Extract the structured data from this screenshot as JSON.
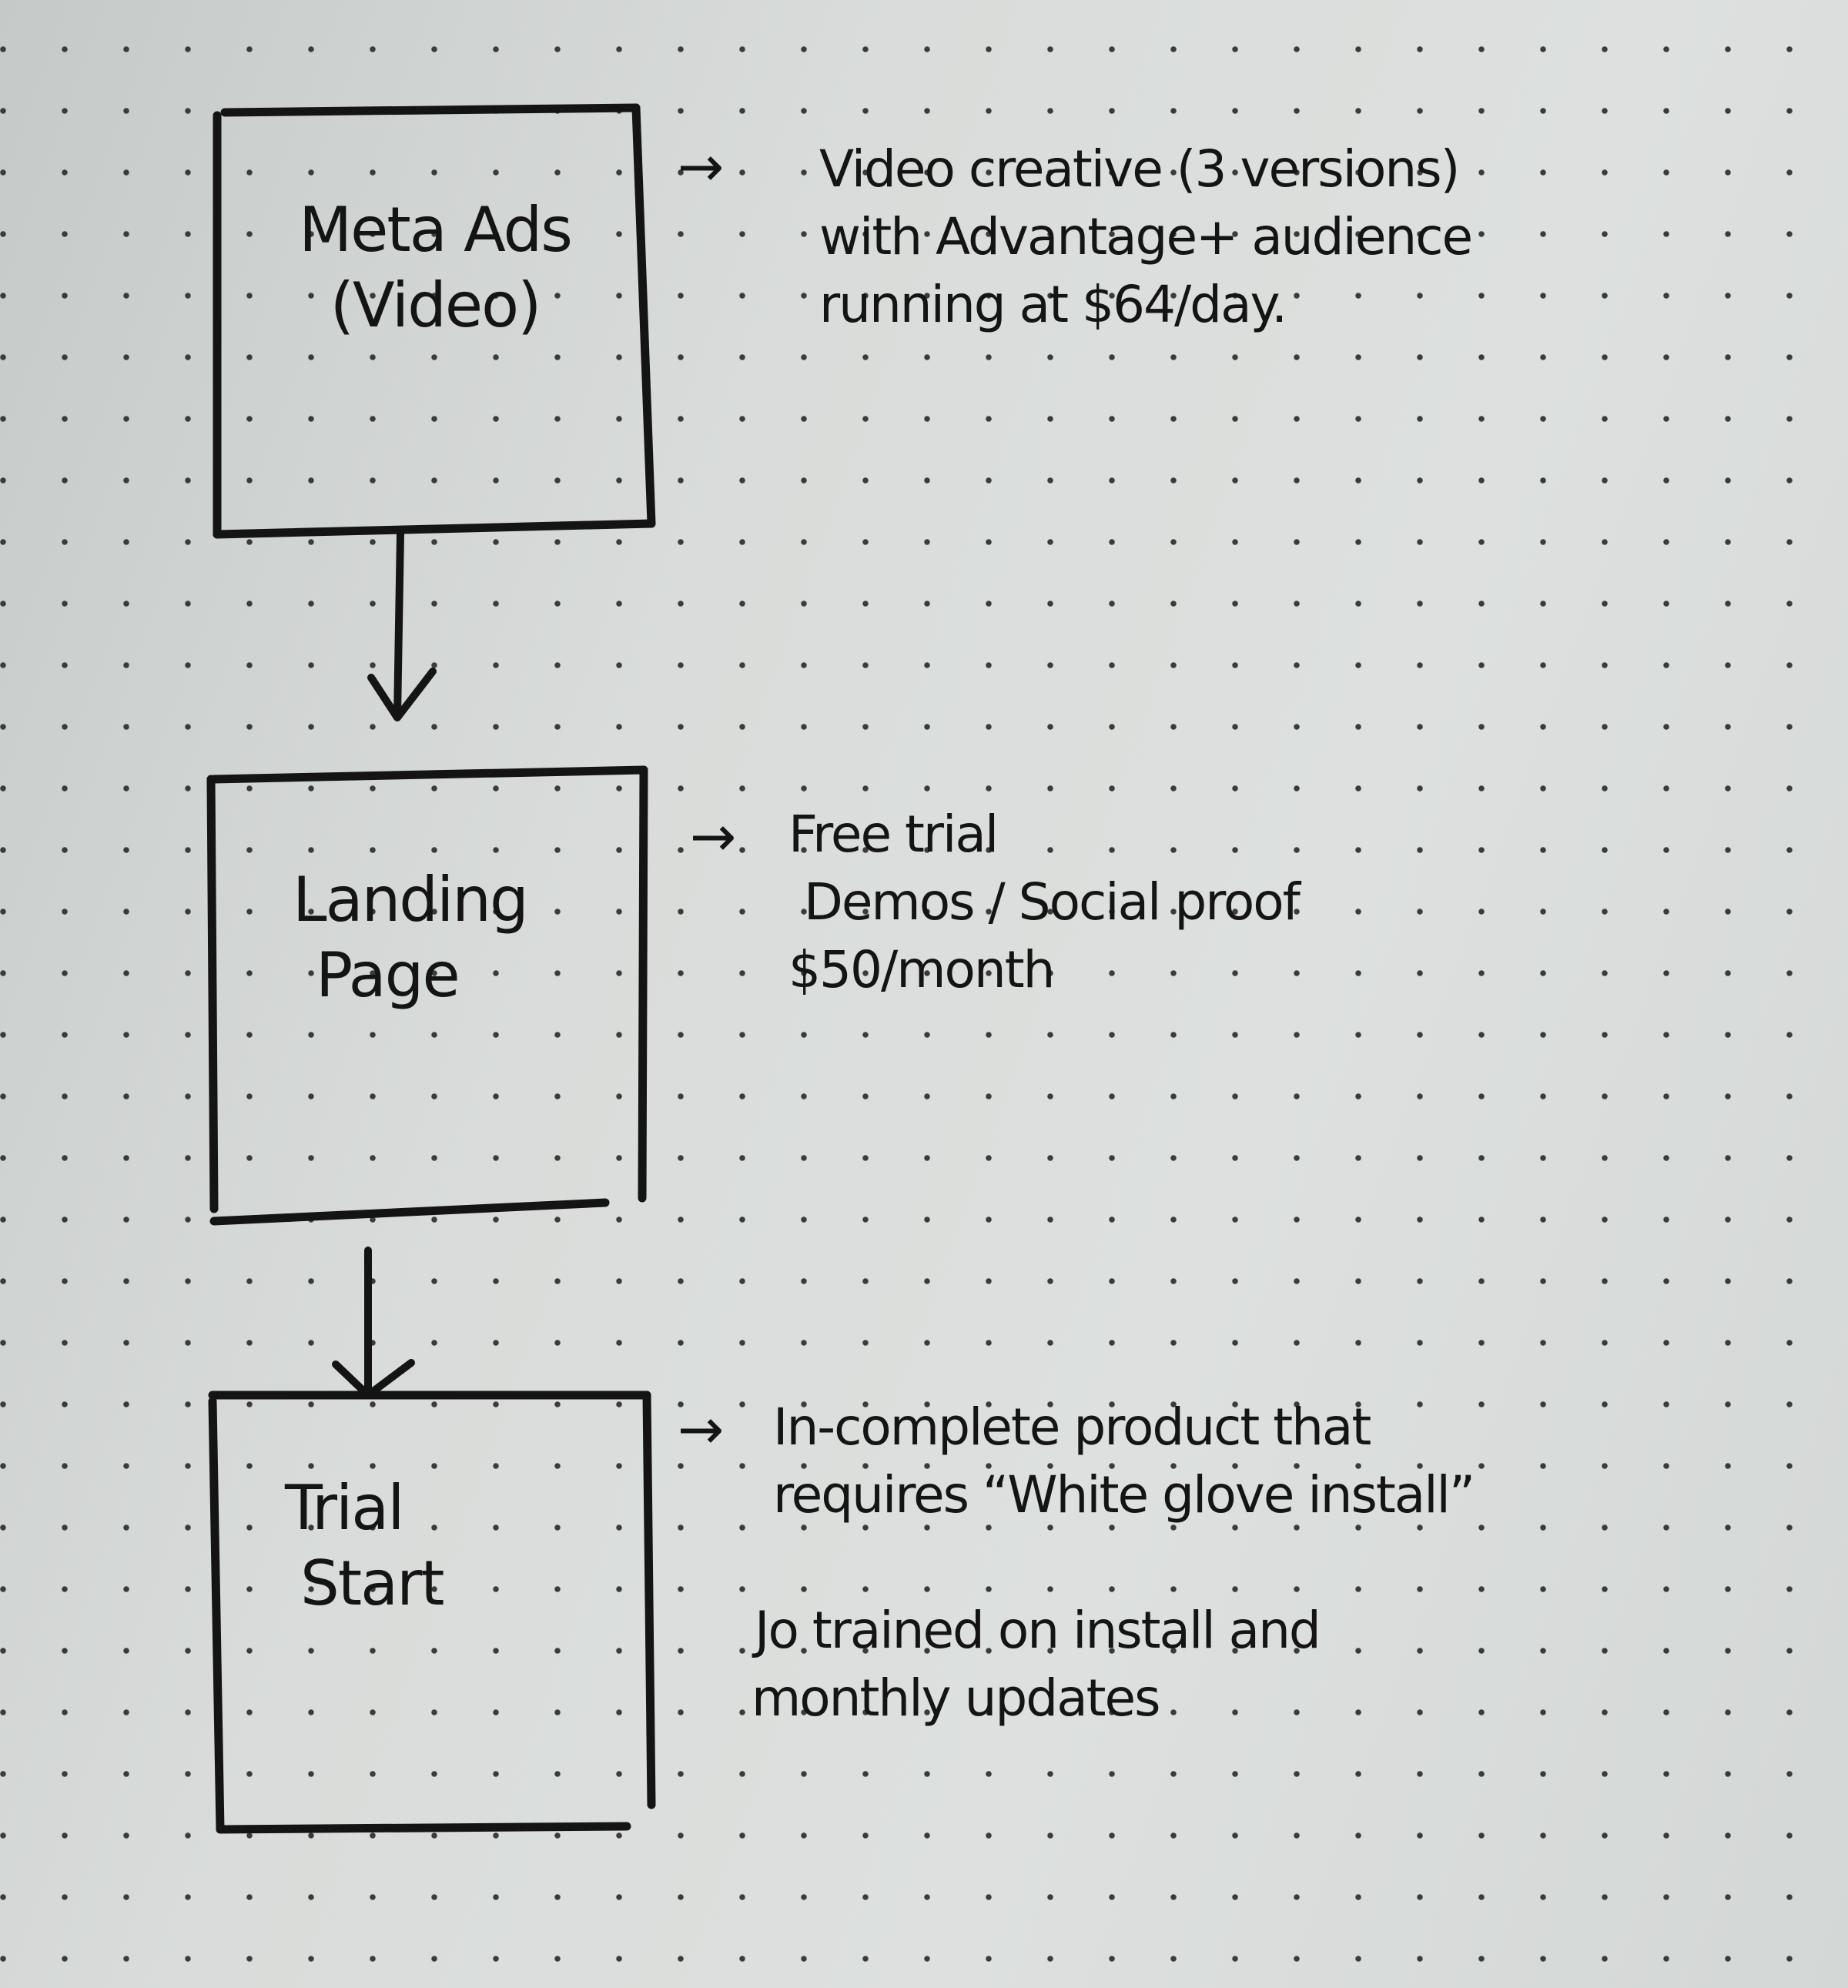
{
  "colors": {
    "paper": "#d4d8d6",
    "ink": "#141414",
    "dot": "#3a3a3a"
  },
  "nodes": [
    {
      "id": "meta-ads",
      "lines": [
        "Meta Ads",
        "(Video)"
      ]
    },
    {
      "id": "landing-page",
      "lines": [
        "Landing",
        "Page"
      ]
    },
    {
      "id": "trial-start",
      "lines": [
        "Trial",
        "Start"
      ]
    }
  ],
  "notes": [
    {
      "for": "meta-ads",
      "lines": [
        "Video creative (3 versions)",
        "with Advantage+ audience",
        "running at $64/day."
      ]
    },
    {
      "for": "landing-page",
      "lines": [
        "Free trial",
        "Demos / Social proof",
        "$50/month"
      ]
    },
    {
      "for": "trial-start",
      "lines": [
        "In-complete product that",
        "requires “White glove install”"
      ],
      "extra_lines": [
        "Jo trained on install and",
        "monthly updates"
      ]
    }
  ],
  "arrow_icon": "right-arrow-icon"
}
